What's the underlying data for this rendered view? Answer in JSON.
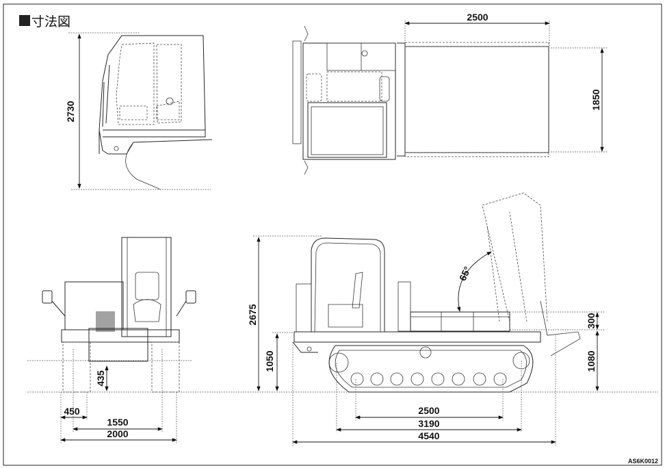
{
  "title": "寸法図",
  "drawing_code": "AS6K0012",
  "dimensions": {
    "cab_side_height": "2730",
    "top_bed_length": "2500",
    "top_bed_width": "1850",
    "front_ground_clearance": "435",
    "front_track_width": "450",
    "front_track_gauge": "1550",
    "front_overall_width": "2000",
    "side_overall_height": "2675",
    "side_deck_height": "1050",
    "side_bed_side_height": "300",
    "side_bed_floor_height": "1080",
    "side_tumbler_distance": "2500",
    "side_track_length": "3190",
    "side_overall_length": "4540",
    "dump_angle": "65°"
  }
}
